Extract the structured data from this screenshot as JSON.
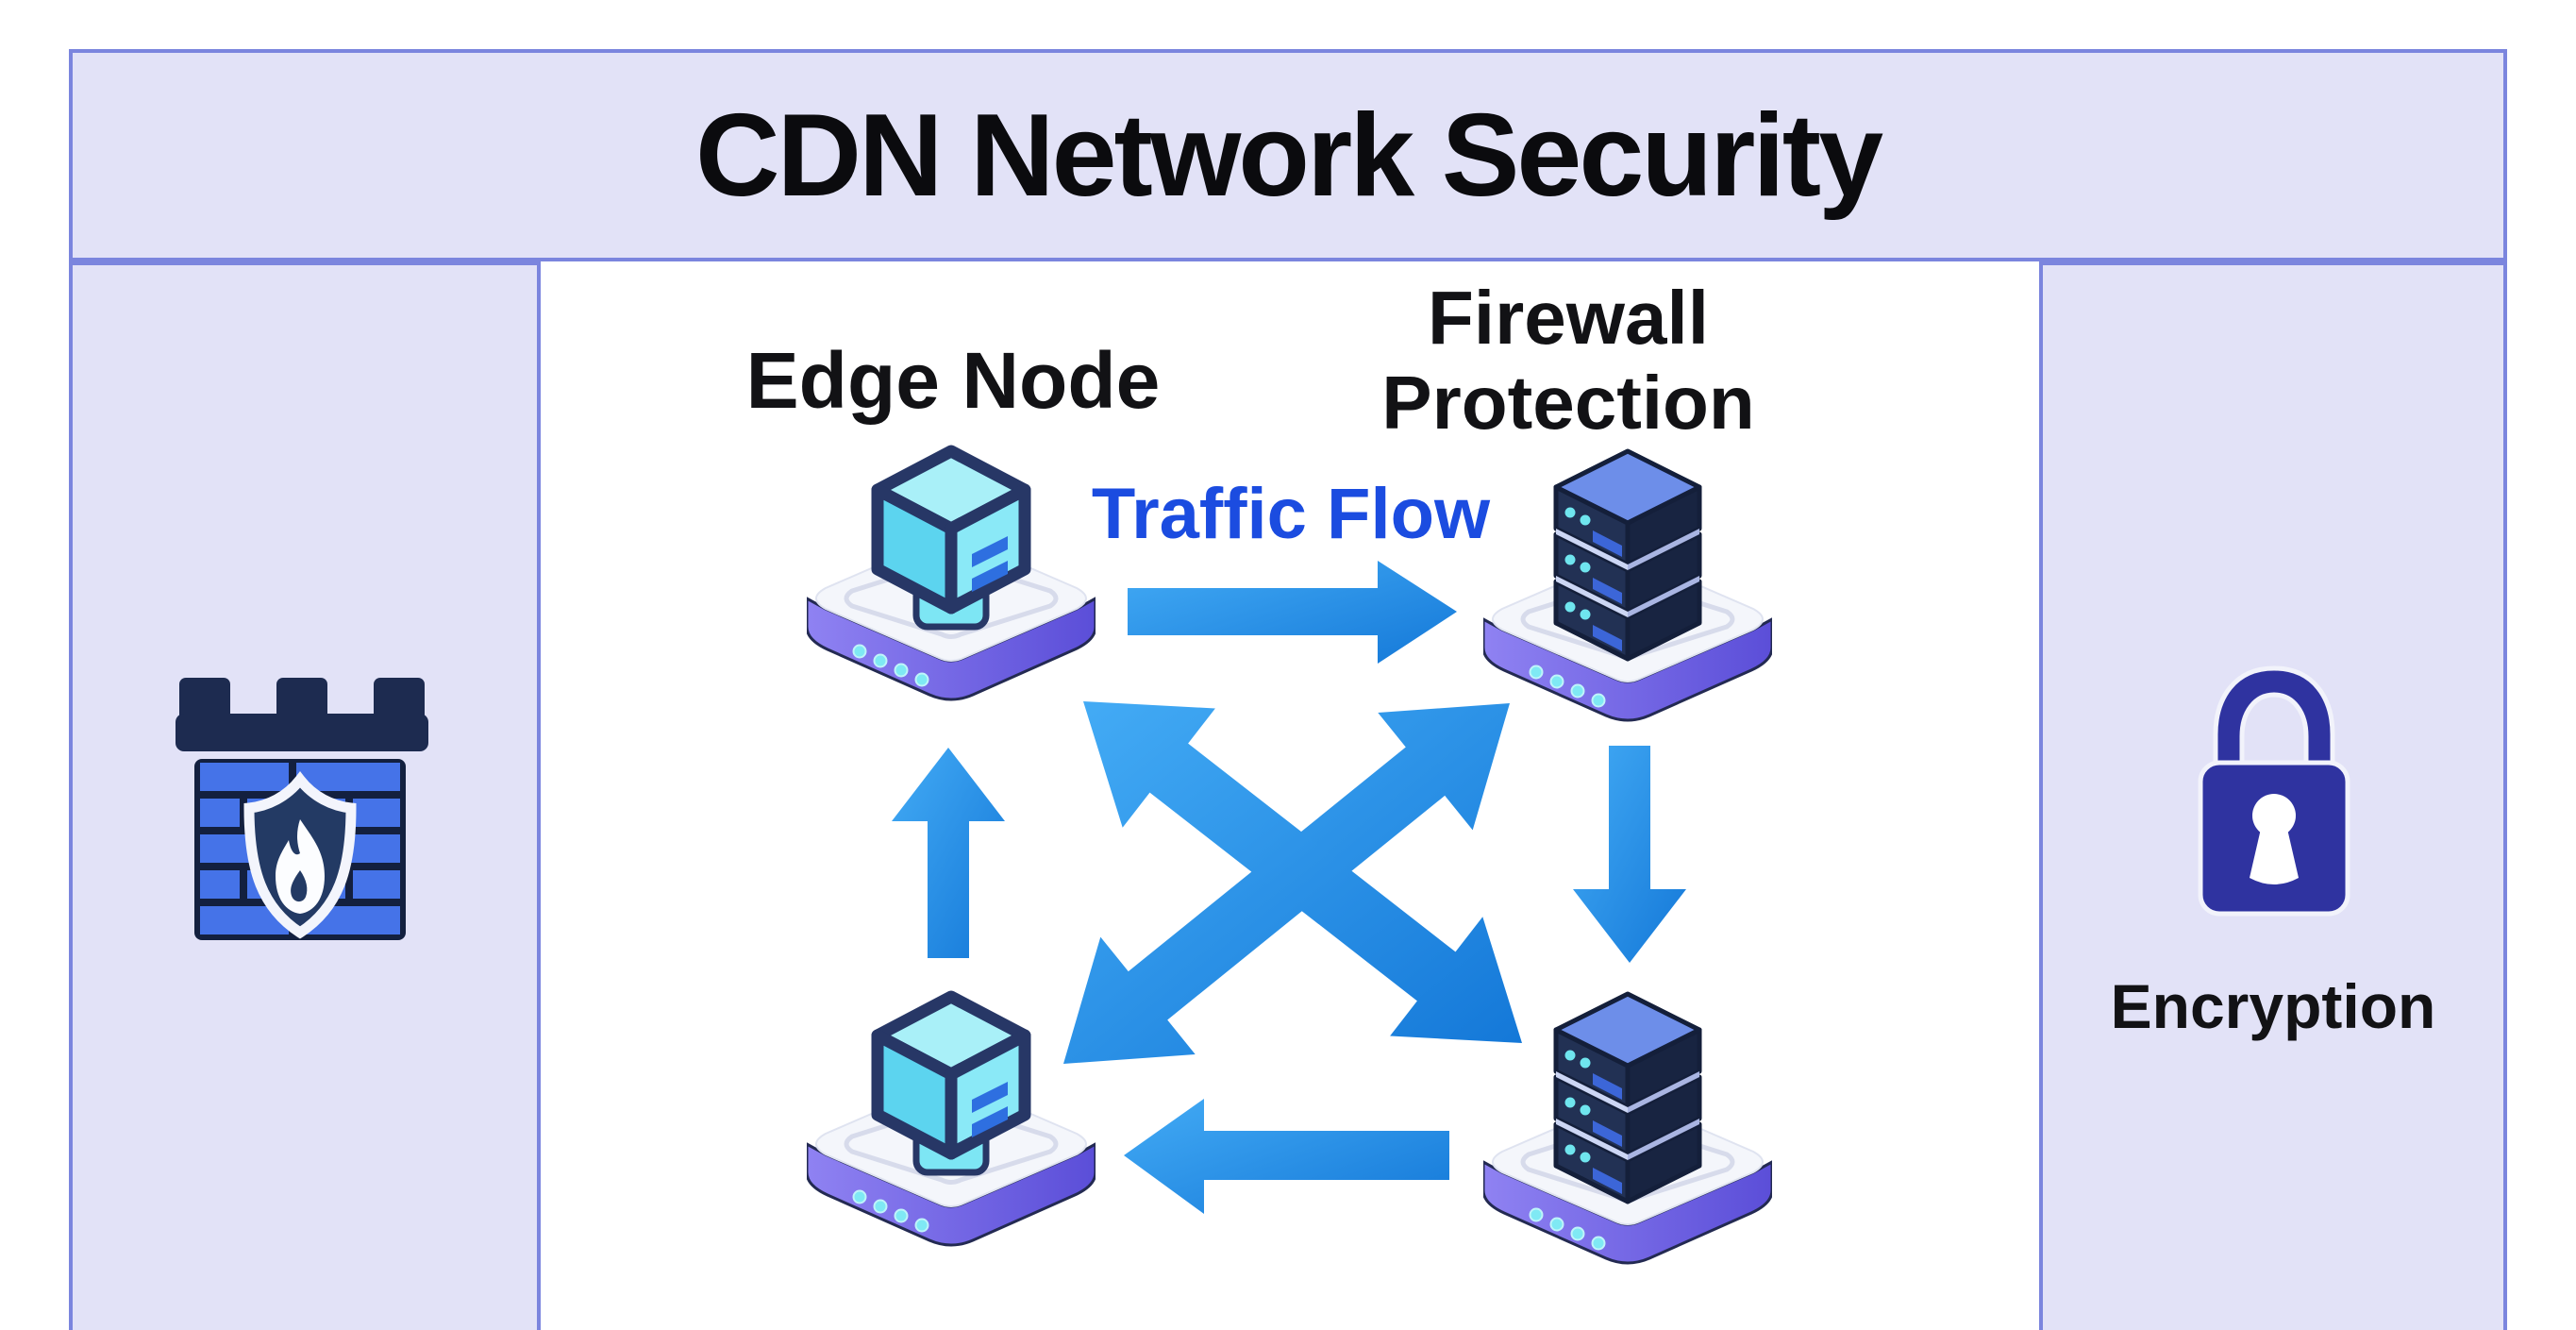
{
  "title": "CDN Network Security",
  "panels": {
    "left": {
      "icon": "firewall-castle"
    },
    "right": {
      "icon": "padlock",
      "label": "Encryption"
    }
  },
  "diagram": {
    "node_labels": {
      "edge_node": "Edge Node",
      "firewall_protection": "Firewall Protection"
    },
    "flow_label": "Traffic Flow",
    "nodes": [
      {
        "id": "edge-node-top",
        "type": "cube-node",
        "icon": "edge-node-cube"
      },
      {
        "id": "firewall-server-top",
        "type": "server-stack",
        "icon": "server-stack"
      },
      {
        "id": "edge-node-bottom",
        "type": "cube-node",
        "icon": "edge-node-cube"
      },
      {
        "id": "firewall-server-bottom",
        "type": "server-stack",
        "icon": "server-stack"
      }
    ],
    "edges": [
      {
        "from": "edge-node-top",
        "to": "firewall-server-top",
        "style": "single-head-right"
      },
      {
        "from": "firewall-server-top",
        "to": "firewall-server-bottom",
        "style": "single-head-down"
      },
      {
        "from": "firewall-server-bottom",
        "to": "edge-node-bottom",
        "style": "single-head-left"
      },
      {
        "from": "edge-node-bottom",
        "to": "edge-node-top",
        "style": "single-head-up"
      },
      {
        "from": "edge-node-bottom",
        "to": "firewall-server-top",
        "style": "double-head-diagonal"
      },
      {
        "from": "edge-node-top",
        "to": "firewall-server-bottom",
        "style": "double-head-diagonal"
      }
    ]
  },
  "colors": {
    "page_bg": "#ffffff",
    "panel_fill": "#e2e2f7",
    "panel_border": "#7b85de",
    "title_color": "#0b0b0e",
    "label_color": "#121215",
    "traffic_flow_color": "#1b4ce0",
    "arrow_blue": "#2190ee",
    "navy": "#1d2b50",
    "brick_blue": "#4573e8",
    "lock_indigo": "#2f33a0",
    "led_cyan": "#7fe9f4"
  }
}
